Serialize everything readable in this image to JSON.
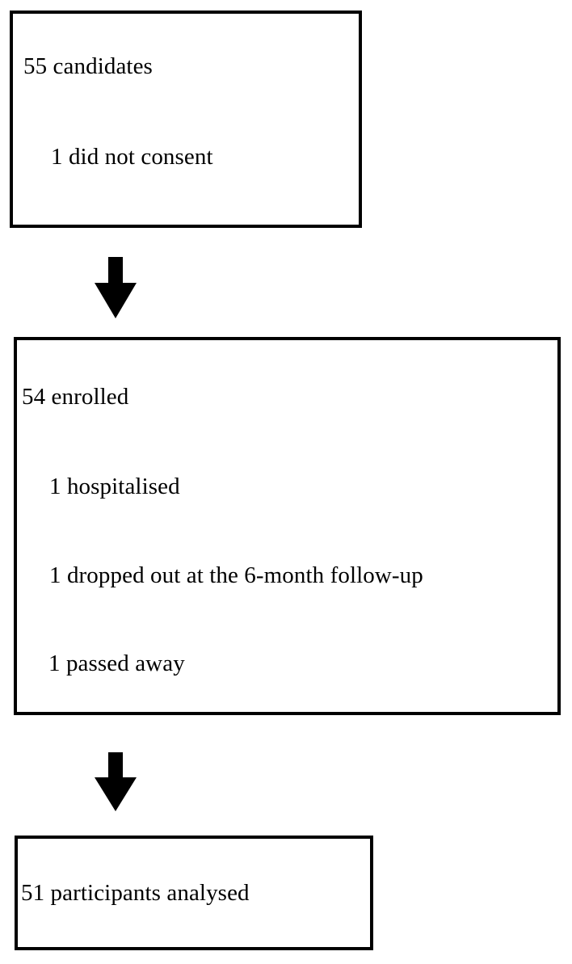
{
  "diagram": {
    "kind": "participant-flow-diagram",
    "stroke_color": "#000000",
    "background_color": "#ffffff",
    "nodes": [
      {
        "id": "screening",
        "name": "screening-box",
        "lines": [
          {
            "text": "55 candidates",
            "indent": "none"
          },
          {
            "text": "1 did not consent",
            "indent": "one-level"
          }
        ]
      },
      {
        "id": "enrolment",
        "name": "enrolment-box",
        "lines": [
          {
            "text": "54 enrolled",
            "indent": "none"
          },
          {
            "text": "1 hospitalised",
            "indent": "one-level"
          },
          {
            "text": "1 dropped out at the 6-month follow-up",
            "indent": "one-level"
          },
          {
            "text": "1 passed away",
            "indent": "one-level"
          }
        ]
      },
      {
        "id": "analysis",
        "name": "analysis-box",
        "lines": [
          {
            "text": "51 participants analysed",
            "indent": "none"
          }
        ]
      }
    ],
    "arrows": [
      {
        "id": "screening-to-enrolment",
        "icon": "down-arrow-icon",
        "from": "screening",
        "to": "enrolment"
      },
      {
        "id": "enrolment-to-analysis",
        "icon": "down-arrow-icon",
        "from": "enrolment",
        "to": "analysis"
      }
    ],
    "counts": {
      "candidates": 55,
      "did_not_consent": 1,
      "enrolled": 54,
      "hospitalised": 1,
      "dropped_out_6_month_follow_up": 1,
      "passed_away": 1,
      "analysed": 51
    }
  }
}
